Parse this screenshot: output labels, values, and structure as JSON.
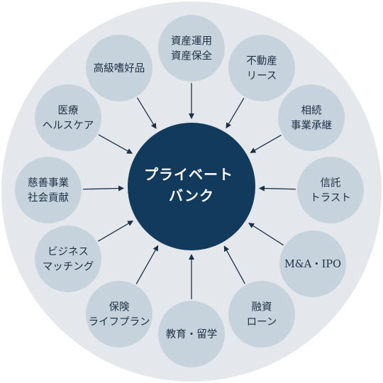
{
  "colors": {
    "outer_ring": "#e4e8ec",
    "node_fill": "#c7d3dc",
    "center_fill": "#123a5c",
    "arrow": "#1b2f45",
    "node_text": "#1b2f45",
    "center_text": "#ffffff"
  },
  "center": {
    "lines": [
      "プライベート",
      "バンク"
    ]
  },
  "nodes": [
    {
      "id": "asset-management",
      "lines": [
        "資産運用",
        "資産保全"
      ]
    },
    {
      "id": "real-estate-lease",
      "lines": [
        "不動産",
        "リース"
      ]
    },
    {
      "id": "succession",
      "lines": [
        "相続",
        "事業承継"
      ]
    },
    {
      "id": "trust",
      "lines": [
        "信託",
        "トラスト"
      ]
    },
    {
      "id": "ma-ipo",
      "lines": [
        "M&A・IPO"
      ]
    },
    {
      "id": "financing-loan",
      "lines": [
        "融資",
        "ローン"
      ]
    },
    {
      "id": "education-study-abroad",
      "lines": [
        "教育・留学"
      ]
    },
    {
      "id": "insurance-lifeplan",
      "lines": [
        "保険",
        "ライフプラン"
      ]
    },
    {
      "id": "business-matching",
      "lines": [
        "ビジネス",
        "マッチング"
      ]
    },
    {
      "id": "philanthropy-social",
      "lines": [
        "慈善事業",
        "社会貢献"
      ]
    },
    {
      "id": "medical-healthcare",
      "lines": [
        "医療",
        "ヘルスケア"
      ]
    },
    {
      "id": "luxury-goods",
      "lines": [
        "高級嗜好品"
      ]
    }
  ]
}
